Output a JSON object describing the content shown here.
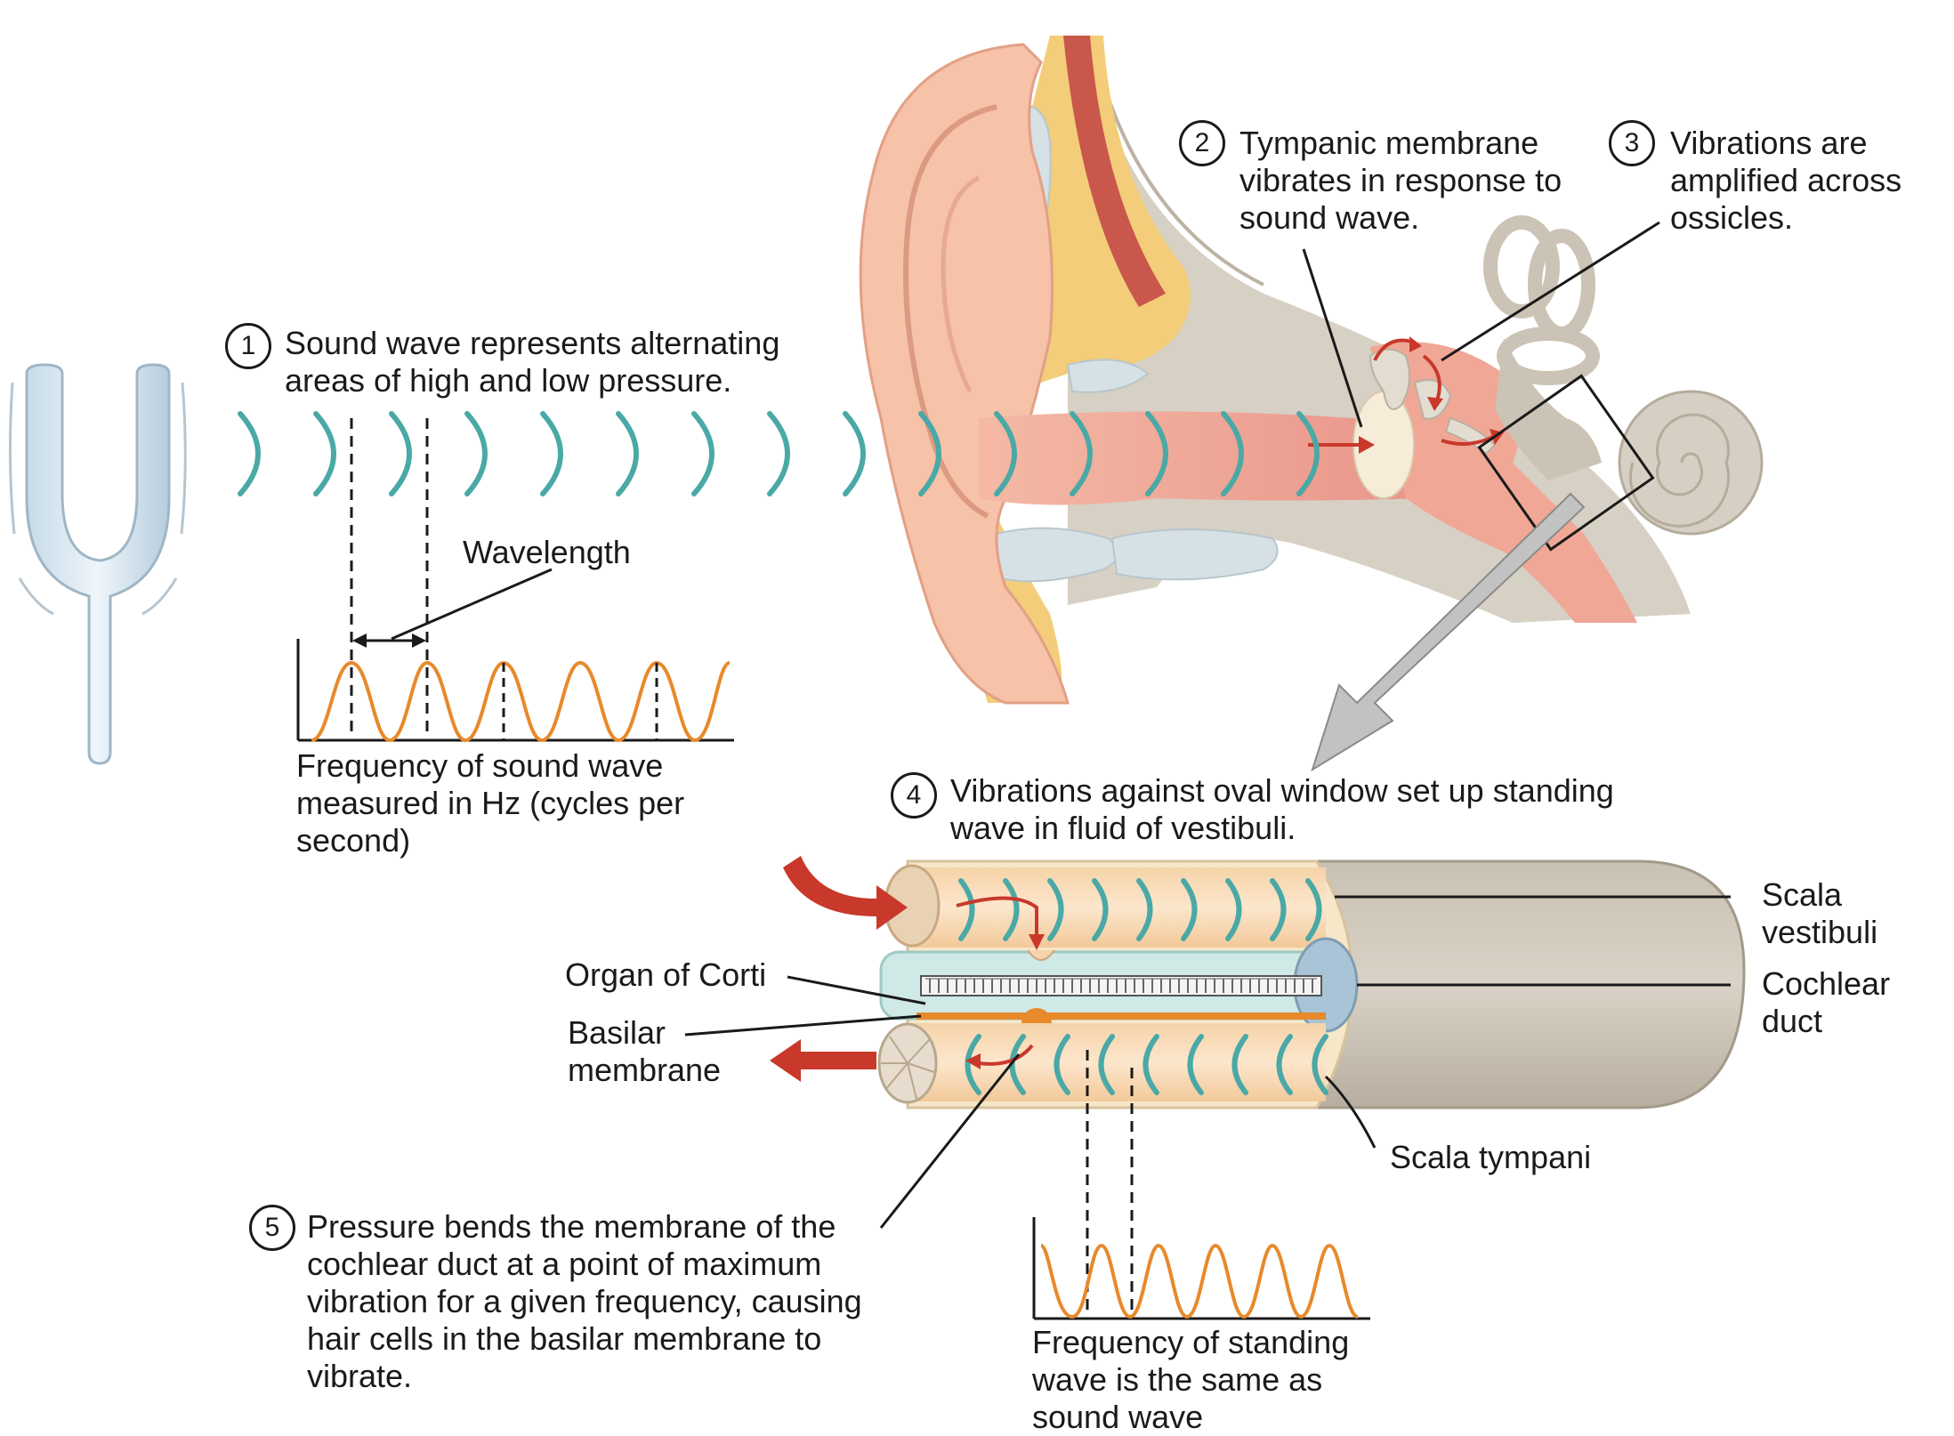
{
  "steps": [
    {
      "number": "1",
      "text": "Sound wave represents alternating areas of high and low pressure."
    },
    {
      "number": "2",
      "text": "Tympanic membrane vibrates in response to sound wave."
    },
    {
      "number": "3",
      "text": "Vibrations are amplified across ossicles."
    },
    {
      "number": "4",
      "text": "Vibrations against oval window set up standing wave in fluid of vestibuli."
    },
    {
      "number": "5",
      "text": "Pressure bends the membrane of the cochlear duct at a point of maximum vibration for a given frequency, causing hair cells in the basilar membrane to vibrate."
    }
  ],
  "labels": {
    "wavelength": "Wavelength",
    "frequency_sound": "Frequency of sound wave measured in Hz (cycles per second)",
    "frequency_standing": "Frequency of standing wave is the same as sound wave",
    "scala_vestibuli": "Scala vestibuli",
    "cochlear_duct": "Cochlear duct",
    "scala_tympani": "Scala tympani",
    "organ_of_corti": "Organ of Corti",
    "basilar_membrane": "Basilar membrane"
  },
  "colors": {
    "wave_teal": "#4aa9a6",
    "freq_orange": "#e8892a",
    "arrow_red": "#c8392b",
    "skin": "#f2b8a0",
    "fat": "#f4cf7a",
    "bone": "#cdc5b7"
  }
}
